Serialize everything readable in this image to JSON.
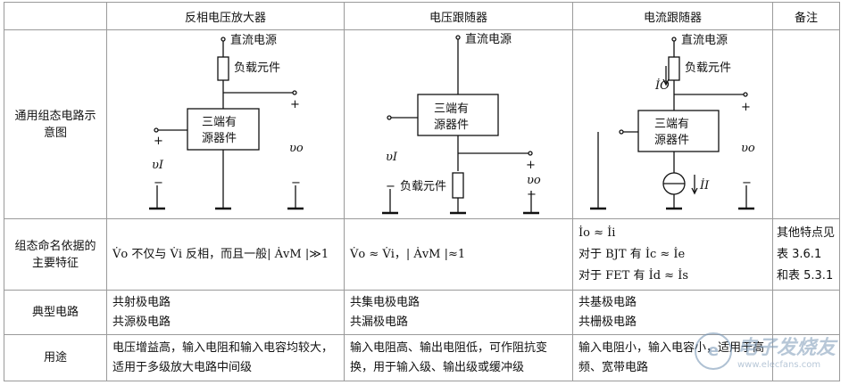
{
  "header": {
    "col1": "反相电压放大器",
    "col2": "电压跟随器",
    "col3": "电流跟随器",
    "col4": "备注"
  },
  "rows": {
    "diagram_label": "通用组态电路示意图",
    "naming_label": "组态命名依据的主要特征",
    "typical_label": "典型电路",
    "use_label": "用途"
  },
  "diagrams": {
    "dc_supply": "直流电源",
    "load": "负载元件",
    "three_terminal_l1": "三端有",
    "three_terminal_l2": "源器件",
    "plus": "+",
    "minus": "−",
    "vi": "υI",
    "vo": "υo",
    "io": "İO",
    "ii": "İI"
  },
  "naming": {
    "c1": "V̇o 不仅与 V̇i 反相，而且一般| ȦvM |≫1",
    "c2": "V̇o ≈ V̇i，| ȦvM |≈1",
    "c3_l1": "İo ≈ İi",
    "c3_l2": "对于 BJT 有 İc ≈ İe",
    "c3_l3": "对于 FET 有 İd ≈ İs",
    "remark": "其他特点见表 3.6.1 和表 5.3.1"
  },
  "typical": {
    "c1_l1": "共射极电路",
    "c1_l2": "共源极电路",
    "c2_l1": "共集电极电路",
    "c2_l2": "共漏极电路",
    "c3_l1": "共基极电路",
    "c3_l2": "共栅极电路"
  },
  "use": {
    "c1": "电压增益高，输入电阻和输入电容均较大，适用于多级放大电路中间级",
    "c2": "输入电阻高、输出电阻低，可作阻抗变换，用于输入级、输出级或缓冲级",
    "c3": "输入电阻小，输入电容小，适用于高频、宽带电路"
  },
  "watermark": {
    "text": "电子发烧友",
    "url": "www.elecfans.com"
  }
}
